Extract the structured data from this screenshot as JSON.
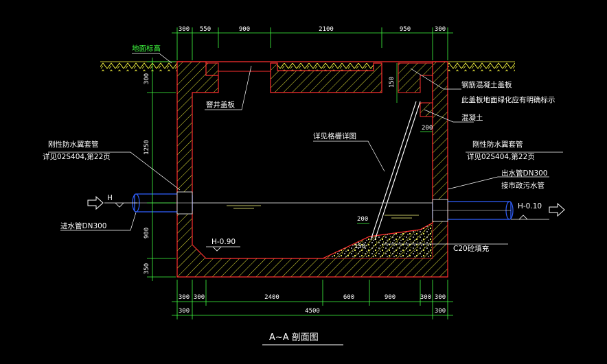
{
  "colors": {
    "background": "#000000",
    "wall_outline": "#ff3030",
    "hatch": "#ffff40",
    "dimension": "#40ff40",
    "leader": "#ffffff",
    "label_green": "#40ff40",
    "label_white": "#ffffff",
    "pipe": "#3060ff",
    "water": "#ffff80",
    "title": "#ffffff"
  },
  "top_dims": [
    "300",
    "550",
    "900",
    "2100",
    "950",
    "300"
  ],
  "left_dims": [
    "300",
    "1250",
    "900",
    "350"
  ],
  "bottom_dims_row1": [
    "300",
    "300",
    "2400",
    "600",
    "900",
    "300",
    "300"
  ],
  "bottom_dims_row2": [
    "300",
    "4500",
    "300"
  ],
  "labels": {
    "ground_level": "地面标高",
    "well_cover": "窨井盖板",
    "rc_cover": "钢筋混凝土盖板",
    "cover_note": "此盖板地面绿化应有明确标示",
    "concrete": "混凝土",
    "grille_detail": "详见格栅详图",
    "left_sleeve_1": "刚性防水翼套管",
    "left_sleeve_2": "详见02S404,第22页",
    "right_sleeve_1": "刚性防水翼套管",
    "right_sleeve_2": "详见02S404,第22页",
    "outlet_1": "出水管DN300",
    "outlet_2": "接市政污水管",
    "inlet_pipe": "进水管DN300",
    "h_in": "H",
    "h_out": "H-0.10",
    "h_bottom": "H-0.90",
    "fill": "C20砼填充",
    "dim_200a": "200",
    "dim_200b": "200",
    "dim_150": "150",
    "dim_150b": "150",
    "title": "A~A 剖面图"
  }
}
